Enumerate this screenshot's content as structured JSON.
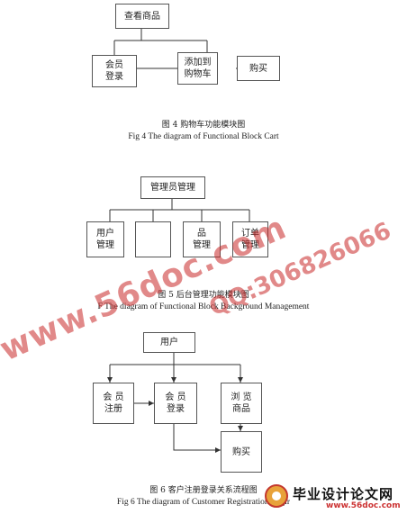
{
  "figure4": {
    "nodes": {
      "view_goods": "查看商品",
      "member_login": "会员\n登录",
      "add_to_cart": "添加到\n购物车",
      "buy": "购买"
    },
    "caption_cn": "图 4  购物车功能模块图",
    "caption_en": "Fig 4 The diagram of Functional Block Cart"
  },
  "figure5": {
    "nodes": {
      "admin": "管理员管理",
      "user_mgmt": "用户\n管理",
      "box2": "",
      "goods_mgmt": "品\n管理",
      "order_mgmt": "订单\n管理"
    },
    "caption_cn": "图 5  后台管理功能模块图",
    "caption_en": "F   The diagram of Functional Block Background  Management"
  },
  "figure6": {
    "nodes": {
      "user": "用户",
      "register": "会  员\n注册",
      "login": "会  员\n登录",
      "browse": "浏  览\n商品",
      "buy": "购买"
    },
    "caption_cn": "图 6  客户注册登录关系流程图",
    "caption_en": "Fig 6 The diagram of Customer Registration Logir"
  },
  "watermark": {
    "text1": "www.56doc.com",
    "text2": "QQ:306826066"
  },
  "footer": {
    "title": "毕业设计论文网",
    "url": "www.56doc.com"
  }
}
